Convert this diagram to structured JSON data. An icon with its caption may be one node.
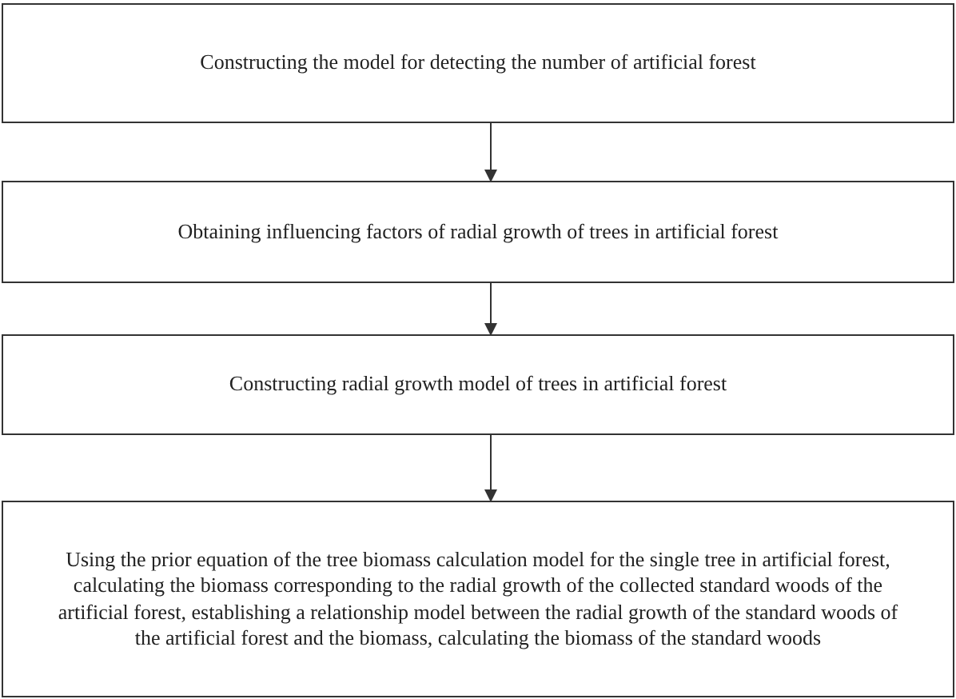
{
  "diagram": {
    "nodes": [
      {
        "text": [
          "Constructing the model for detecting the number of artificial forest"
        ]
      },
      {
        "text": [
          "Obtaining influencing factors of radial growth of trees in artificial forest"
        ]
      },
      {
        "text": [
          "Constructing radial growth model of trees in artificial forest"
        ]
      },
      {
        "text": [
          "Using the prior equation of the tree biomass calculation model for the single tree in artificial forest, calculating the biomass corresponding to the radial growth of the collected standard woods of the artificial forest, establishing a relationship model between the radial growth of the standard woods of the artificial forest and the biomass, calculating the biomass of the standard woods"
        ]
      }
    ],
    "edges": [
      {
        "from": 0,
        "to": 1,
        "arrow": "to"
      },
      {
        "from": 1,
        "to": 2,
        "arrow": "to"
      },
      {
        "from": 2,
        "to": 3,
        "arrow": "to"
      }
    ]
  }
}
